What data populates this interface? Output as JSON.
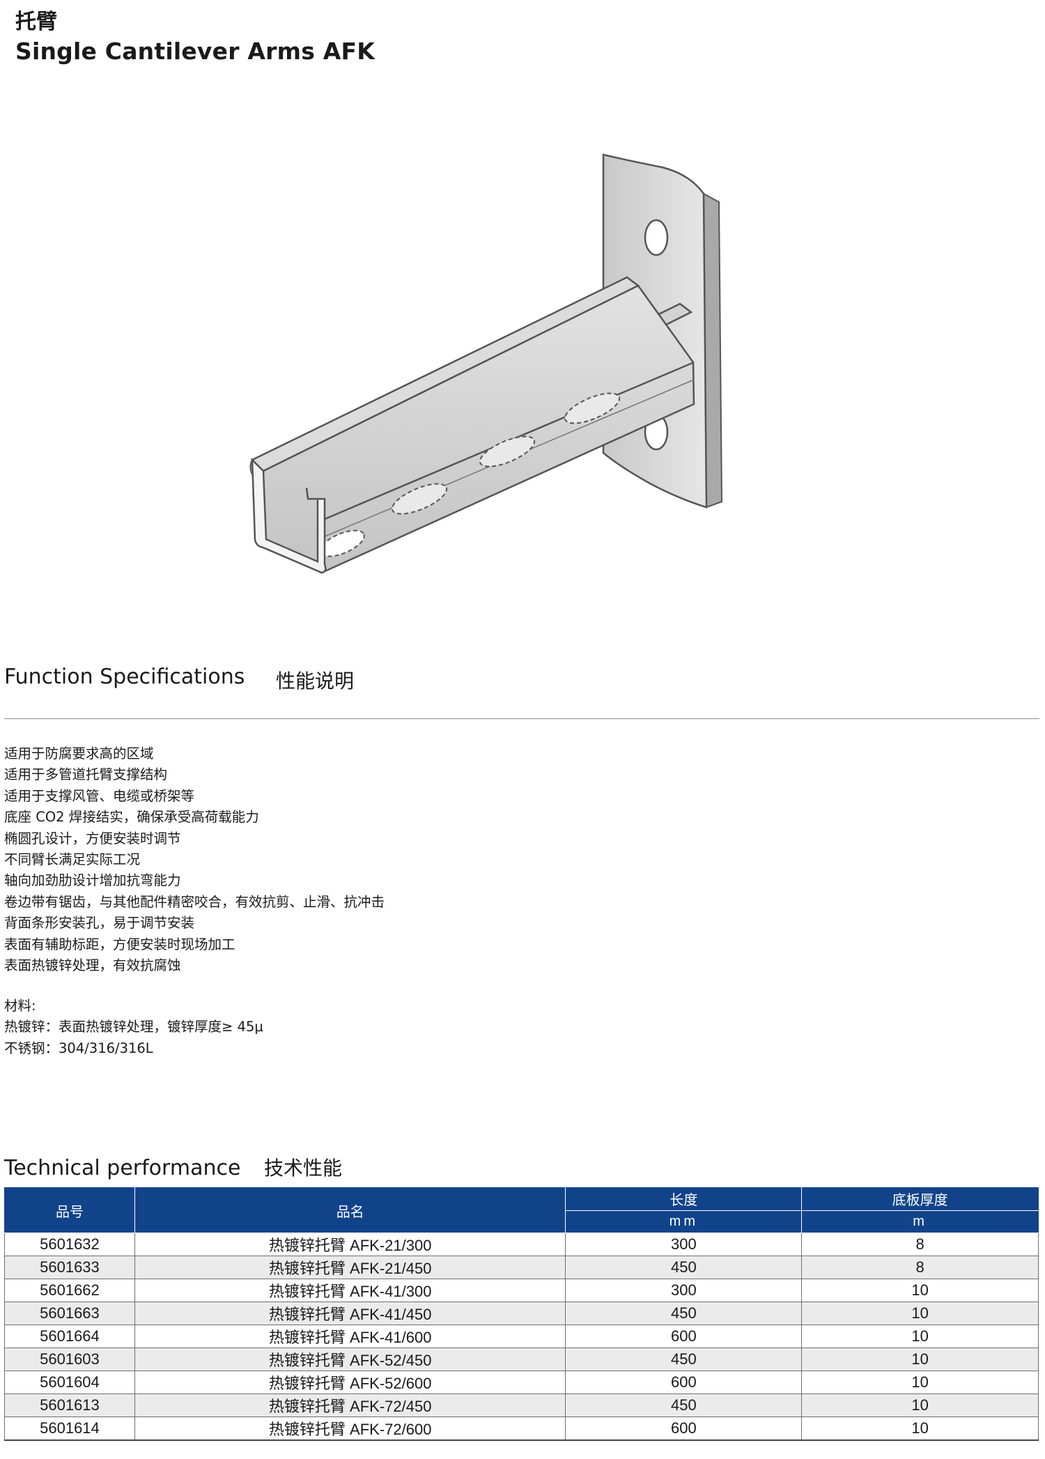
{
  "header": {
    "title_cn": "托臂",
    "title_en": "Single Cantilever Arms AFK"
  },
  "function_specs": {
    "heading_en": "Function Specifications",
    "heading_cn": "性能说明",
    "lines": [
      "适用于防腐要求高的区域",
      "适用于多管道托臂支撑结构",
      "适用于支撑风管、电缆或桥架等",
      "底座 CO2 焊接结实，确保承受高荷载能力",
      "椭圆孔设计，方便安装时调节",
      "不同臂长满足实际工况",
      "轴向加劲肋设计增加抗弯能力",
      "卷边带有锯齿，与其他配件精密咬合，有效抗剪、止滑、抗冲击",
      "背面条形安装孔，易于调节安装",
      "表面有辅助标距，方便安装时现场加工",
      "表面热镀锌处理，有效抗腐蚀"
    ],
    "materials": [
      "材料:",
      "热镀锌：表面热镀锌处理，镀锌厚度≥ 45μ",
      "不锈钢：304/316/316L"
    ]
  },
  "technical": {
    "heading_en": "Technical performance",
    "heading_cn": "技术性能",
    "columns": {
      "code": "品号",
      "name": "品名",
      "length": "长度",
      "length_unit": "mm",
      "thickness": "底板厚度",
      "thickness_unit": "m"
    },
    "rows": [
      {
        "code": "5601632",
        "name": "热镀锌托臂 AFK-21/300",
        "length": "300",
        "thickness": "8"
      },
      {
        "code": "5601633",
        "name": "热镀锌托臂 AFK-21/450",
        "length": "450",
        "thickness": "8"
      },
      {
        "code": "5601662",
        "name": "热镀锌托臂 AFK-41/300",
        "length": "300",
        "thickness": "10"
      },
      {
        "code": "5601663",
        "name": "热镀锌托臂 AFK-41/450",
        "length": "450",
        "thickness": "10"
      },
      {
        "code": "5601664",
        "name": "热镀锌托臂 AFK-41/600",
        "length": "600",
        "thickness": "10"
      },
      {
        "code": "5601603",
        "name": "热镀锌托臂 AFK-52/450",
        "length": "450",
        "thickness": "10"
      },
      {
        "code": "5601604",
        "name": "热镀锌托臂 AFK-52/600",
        "length": "600",
        "thickness": "10"
      },
      {
        "code": "5601613",
        "name": "热镀锌托臂 AFK-72/450",
        "length": "450",
        "thickness": "10"
      },
      {
        "code": "5601614",
        "name": "热镀锌托臂 AFK-72/600",
        "length": "600",
        "thickness": "10"
      }
    ]
  }
}
